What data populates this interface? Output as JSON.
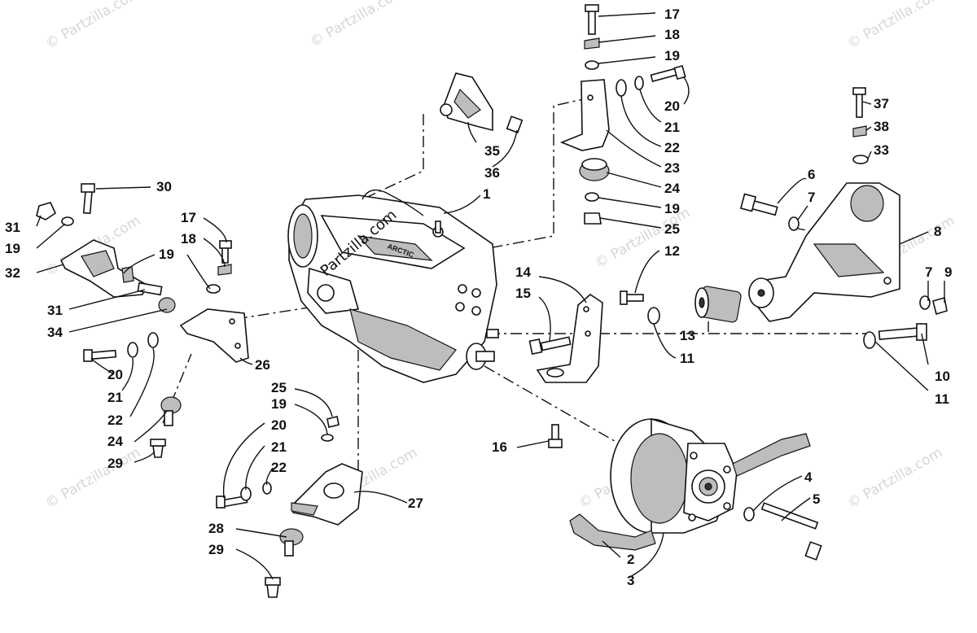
{
  "watermark": "© Partzilla.com",
  "engine_watermark": "Partzilla.com",
  "callouts": [
    {
      "id": "c17a",
      "text": "17"
    },
    {
      "id": "c18a",
      "text": "18"
    },
    {
      "id": "c19a",
      "text": "19"
    },
    {
      "id": "c20a",
      "text": "20"
    },
    {
      "id": "c21a",
      "text": "21"
    },
    {
      "id": "c22a",
      "text": "22"
    },
    {
      "id": "c23",
      "text": "23"
    },
    {
      "id": "c24a",
      "text": "24"
    },
    {
      "id": "c19b",
      "text": "19"
    },
    {
      "id": "c25a",
      "text": "25"
    },
    {
      "id": "c37",
      "text": "37"
    },
    {
      "id": "c38",
      "text": "38"
    },
    {
      "id": "c33",
      "text": "33"
    },
    {
      "id": "c6",
      "text": "6"
    },
    {
      "id": "c7a",
      "text": "7"
    },
    {
      "id": "c8",
      "text": "8"
    },
    {
      "id": "c7b",
      "text": "7"
    },
    {
      "id": "c9",
      "text": "9"
    },
    {
      "id": "c10",
      "text": "10"
    },
    {
      "id": "c11a",
      "text": "11"
    },
    {
      "id": "c12",
      "text": "12"
    },
    {
      "id": "c13",
      "text": "13"
    },
    {
      "id": "c11b",
      "text": "11"
    },
    {
      "id": "c14",
      "text": "14"
    },
    {
      "id": "c15",
      "text": "15"
    },
    {
      "id": "c16",
      "text": "16"
    },
    {
      "id": "c1",
      "text": "1"
    },
    {
      "id": "c35",
      "text": "35"
    },
    {
      "id": "c36",
      "text": "36"
    },
    {
      "id": "c30",
      "text": "30"
    },
    {
      "id": "c31a",
      "text": "31"
    },
    {
      "id": "c19c",
      "text": "19"
    },
    {
      "id": "c32",
      "text": "32"
    },
    {
      "id": "c17b",
      "text": "17"
    },
    {
      "id": "c18b",
      "text": "18"
    },
    {
      "id": "c19d",
      "text": "19"
    },
    {
      "id": "c31b",
      "text": "31"
    },
    {
      "id": "c34",
      "text": "34"
    },
    {
      "id": "c20b",
      "text": "20"
    },
    {
      "id": "c21b",
      "text": "21"
    },
    {
      "id": "c22b",
      "text": "22"
    },
    {
      "id": "c26",
      "text": "26"
    },
    {
      "id": "c24b",
      "text": "24"
    },
    {
      "id": "c29a",
      "text": "29"
    },
    {
      "id": "c25b",
      "text": "25"
    },
    {
      "id": "c19e",
      "text": "19"
    },
    {
      "id": "c20c",
      "text": "20"
    },
    {
      "id": "c21c",
      "text": "21"
    },
    {
      "id": "c22c",
      "text": "22"
    },
    {
      "id": "c27",
      "text": "27"
    },
    {
      "id": "c28",
      "text": "28"
    },
    {
      "id": "c29b",
      "text": "29"
    },
    {
      "id": "c4",
      "text": "4"
    },
    {
      "id": "c5",
      "text": "5"
    },
    {
      "id": "c2",
      "text": "2"
    },
    {
      "id": "c3",
      "text": "3"
    }
  ]
}
